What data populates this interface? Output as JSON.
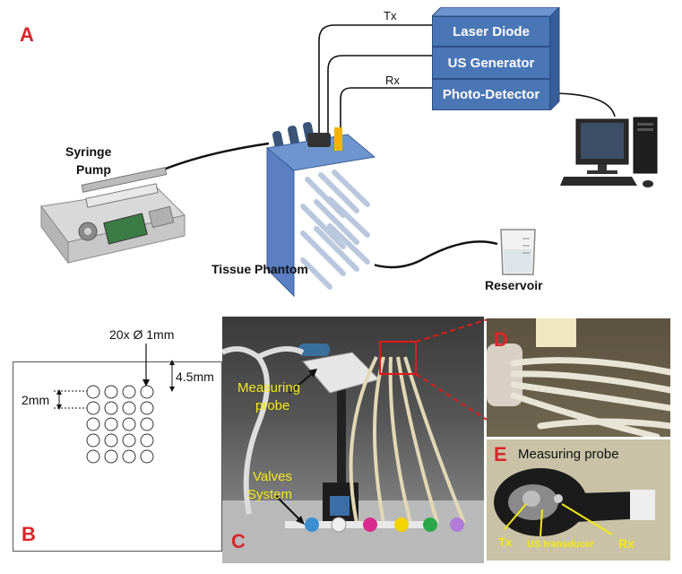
{
  "panels": {
    "a": "A",
    "b": "B",
    "c": "C",
    "d": "D",
    "e": "E"
  },
  "panel_a": {
    "tx": "Tx",
    "rx": "Rx",
    "laser_diode": "Laser Diode",
    "us_generator": "US Generator",
    "photo_detector": "Photo-Detector",
    "syringe_pump_1": "Syringe",
    "syringe_pump_2": "Pump",
    "tissue_phantom": "Tissue Phantom",
    "reservoir": "Reservoir"
  },
  "panel_b": {
    "holes": "20x Ø 1mm",
    "depth": "4.5mm",
    "spacing": "2mm"
  },
  "panel_c": {
    "measuring_1": "Measuring",
    "measuring_2": "probe",
    "valves_1": "Valves",
    "valves_2": "System"
  },
  "panel_e": {
    "title": "Measuring probe",
    "tx": "Tx",
    "us_transducer": "US transducer",
    "rx": "Rx"
  },
  "colors": {
    "box_blue": "#4a76b5",
    "panel_letter": "#d8262b",
    "annotation_yellow": "#f4ea12",
    "phantom_blue": "#5b7fc2"
  }
}
